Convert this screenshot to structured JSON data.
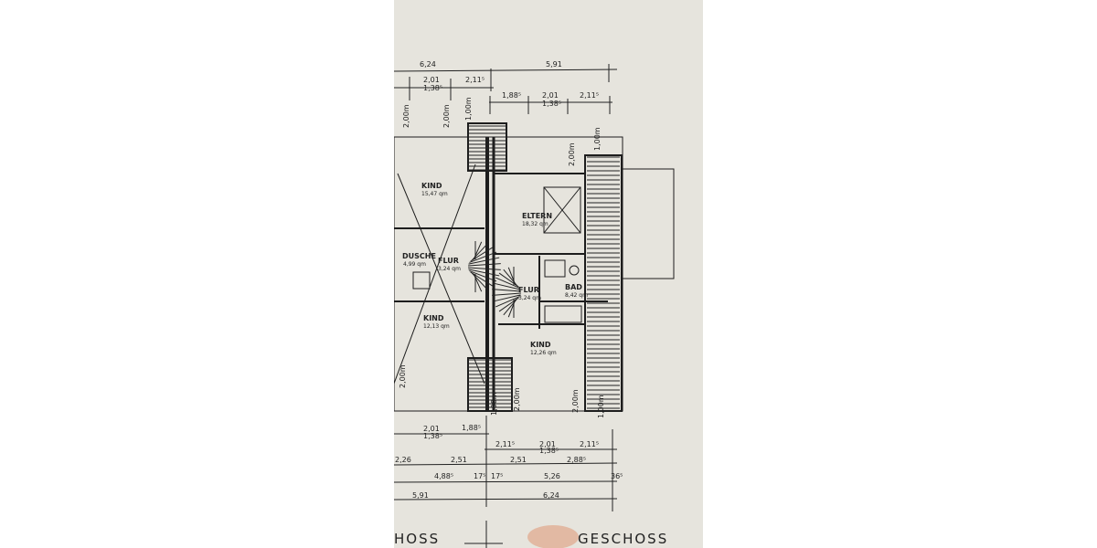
{
  "plan": {
    "rooms": [
      {
        "name": "KIND",
        "area": "15,47 qm"
      },
      {
        "name": "DUSCHE",
        "area": "4,99 qm"
      },
      {
        "name": "FLUR",
        "area": "3,24 qm"
      },
      {
        "name": "KIND",
        "area": "12,13 qm"
      },
      {
        "name": "ELTERN",
        "area": "18,32 qm"
      },
      {
        "name": "FLUR",
        "area": "3,24 qm"
      },
      {
        "name": "BAD",
        "area": "8,42 qm"
      },
      {
        "name": "KIND",
        "area": "12,26 qm"
      }
    ],
    "top_dims": [
      "6,24",
      "5,91",
      "2,01",
      "1,38⁵",
      "2,11⁵",
      "1,88⁵",
      "2,01",
      "1,38⁵",
      "2,11⁵"
    ],
    "vertical_dims": [
      "2,00m",
      "2,00m",
      "1,00m",
      "2,00m",
      "1,00m",
      "2,00m",
      "1,00m",
      "2,00m",
      "2,00m",
      "1,00m"
    ],
    "bottom_dims": [
      "2,01",
      "1,38⁵",
      "1,88⁵",
      "2,11⁵",
      "2,01",
      "1,38⁵",
      "2,11⁵",
      "2,26",
      "2,51",
      "2,51",
      "2,88⁵",
      "4,88⁵",
      "17⁵",
      "17⁵",
      "5,26",
      "36⁵",
      "5,91",
      "6,24"
    ],
    "footer_left": "HOSS",
    "footer_right": "GESCHOSS"
  }
}
